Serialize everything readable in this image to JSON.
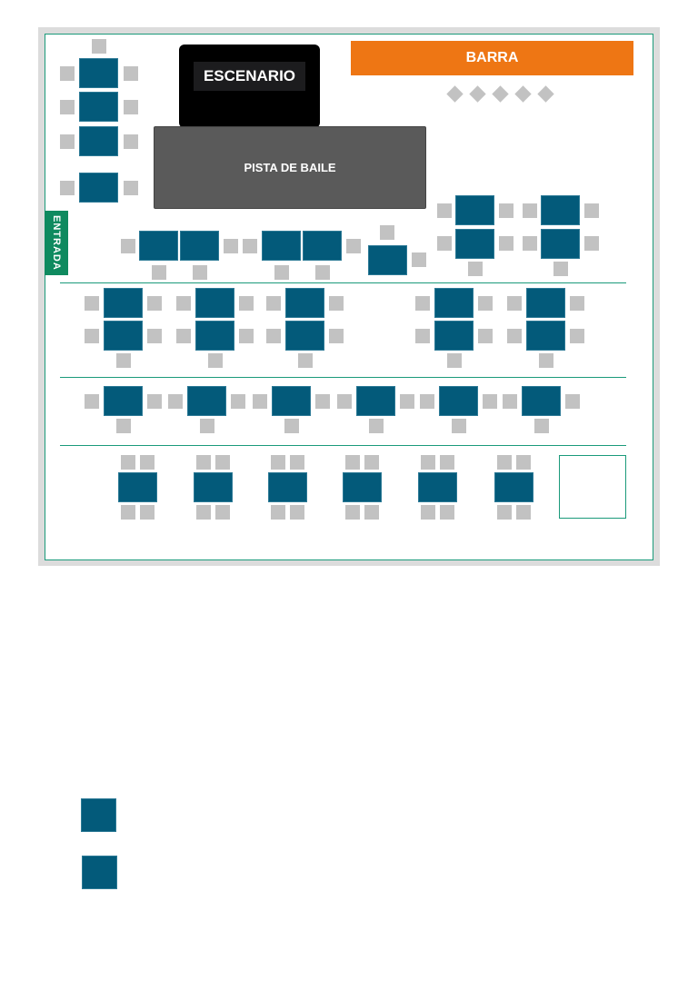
{
  "floorplan": {
    "stage_label": "ESCENARIO",
    "dance_floor_label": "PISTA DE BAILE",
    "bar_label": "BARRA",
    "entrance_label": "ENTRADA"
  },
  "colors": {
    "table": "#035a7a",
    "chair": "#c2c2c2",
    "bar": "#ee7614",
    "entrance": "#0f8a5f",
    "divider": "#1a9a7a"
  },
  "legend": {
    "items": [
      {
        "swatch_color": "#035a7a"
      },
      {
        "swatch_color": "#035a7a"
      }
    ]
  }
}
